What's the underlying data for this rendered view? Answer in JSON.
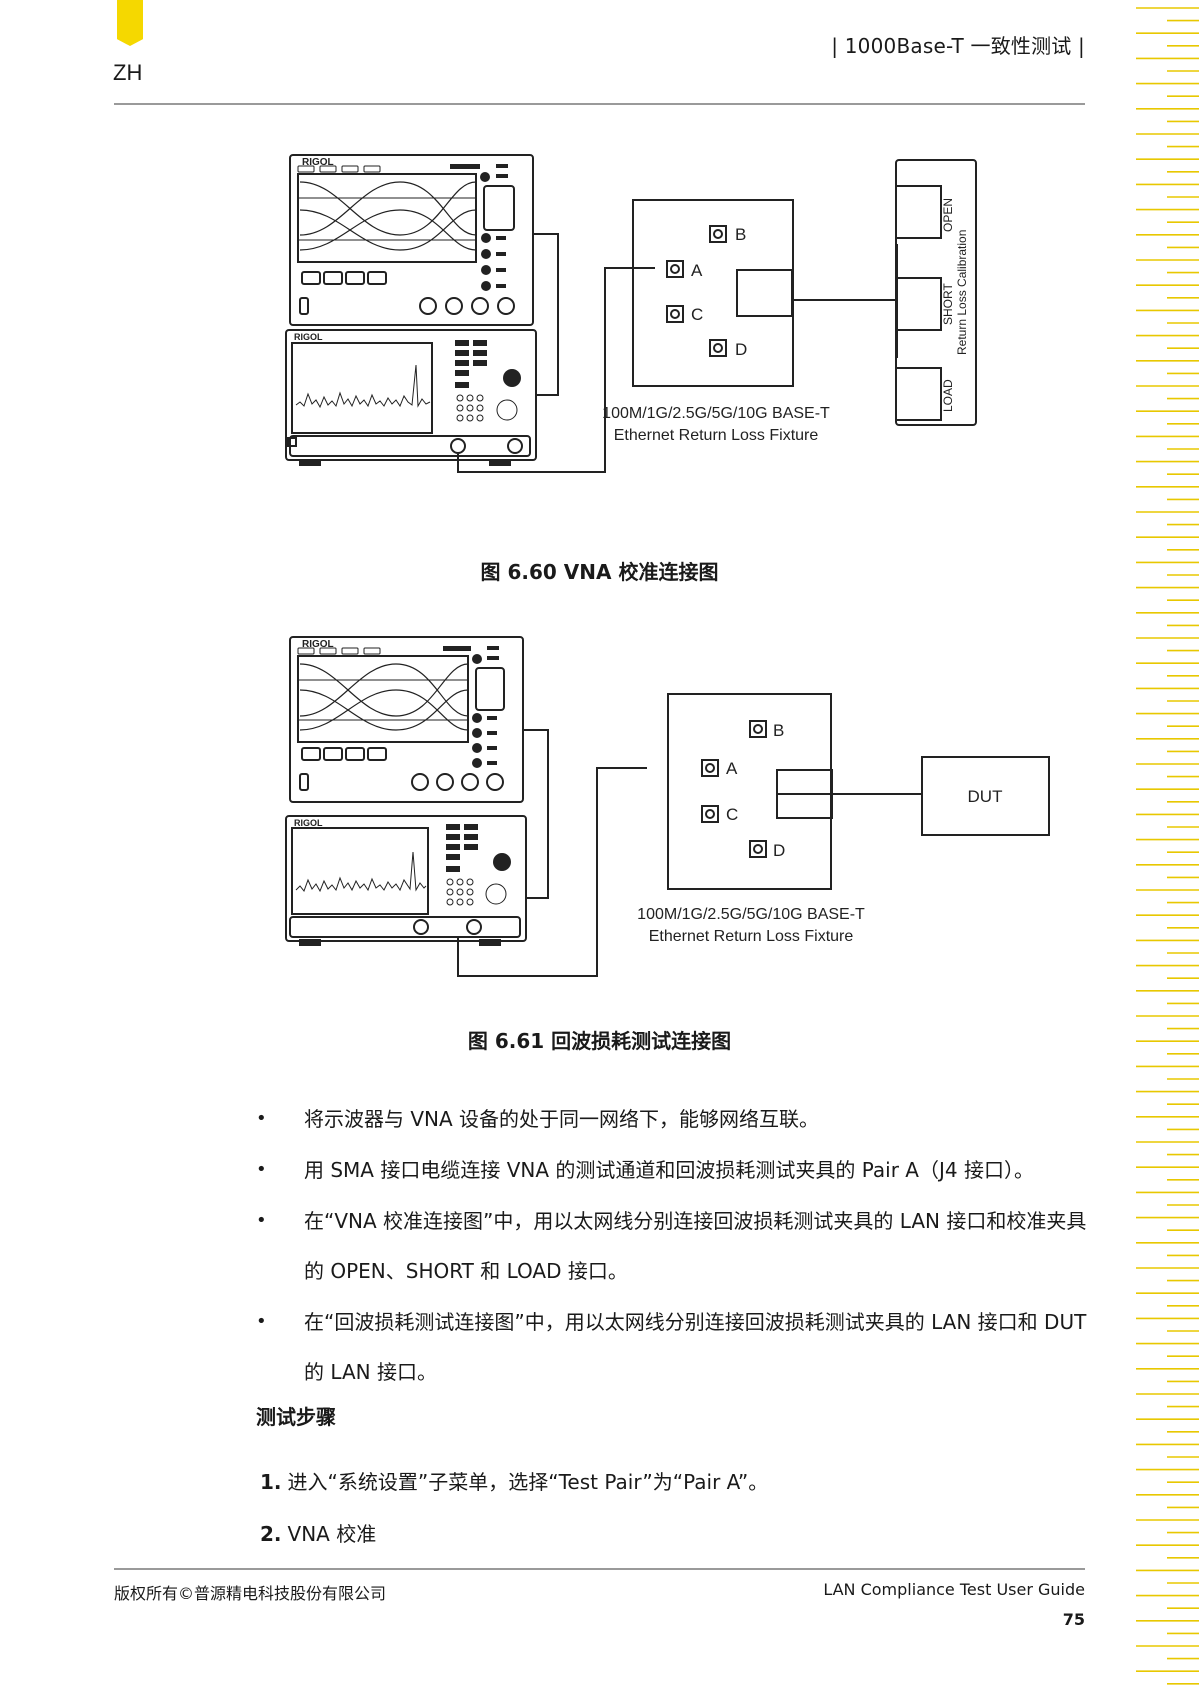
{
  "header": {
    "lang_label": "ZH",
    "title": "| 1000Base-T 一致性测试 |"
  },
  "figure1": {
    "fixture_label_line1": "100M/1G/2.5G/5G/10G BASE-T",
    "fixture_label_line2": "Ethernet Return Loss Fixture",
    "ports": [
      "A",
      "B",
      "C",
      "D"
    ],
    "cal_open": "OPEN",
    "cal_short": "SHORT",
    "cal_load": "LOAD",
    "cal_title": "Return Loss Calibration",
    "brand": "RIGOL",
    "caption": "图 6.60 VNA 校准连接图"
  },
  "figure2": {
    "fixture_label_line1": "100M/1G/2.5G/5G/10G BASE-T",
    "fixture_label_line2": "Ethernet Return Loss Fixture",
    "ports": [
      "A",
      "B",
      "C",
      "D"
    ],
    "dut_label": "DUT",
    "brand": "RIGOL",
    "caption": "图 6.61 回波损耗测试连接图"
  },
  "bullets": [
    "将示波器与 VNA 设备的处于同一网络下，能够网络互联。",
    "用 SMA 接口电缆连接 VNA 的测试通道和回波损耗测试夹具的 Pair A（J4 接口）。",
    "在“VNA 校准连接图”中，用以太网线分别连接回波损耗测试夹具的 LAN 接口和校准夹具的 OPEN、SHORT 和 LOAD 接口。",
    "在“回波损耗测试连接图”中，用以太网线分别连接回波损耗测试夹具的 LAN 接口和 DUT 的 LAN 接口。"
  ],
  "section_title": "测试步骤",
  "steps": [
    {
      "num": "1.",
      "text": "进入“系统设置”子菜单，选择“Test Pair”为“Pair A”。"
    },
    {
      "num": "2.",
      "text": "VNA 校准"
    }
  ],
  "footer": {
    "copyright": "版权所有©普源精电科技股份有限公司",
    "guide_title": "LAN Compliance Test User Guide",
    "page_number": "75"
  },
  "colors": {
    "accent_yellow": "#f5d800",
    "rule_gray": "#9a9a9a",
    "ruler_yellow": "#e8c800"
  }
}
